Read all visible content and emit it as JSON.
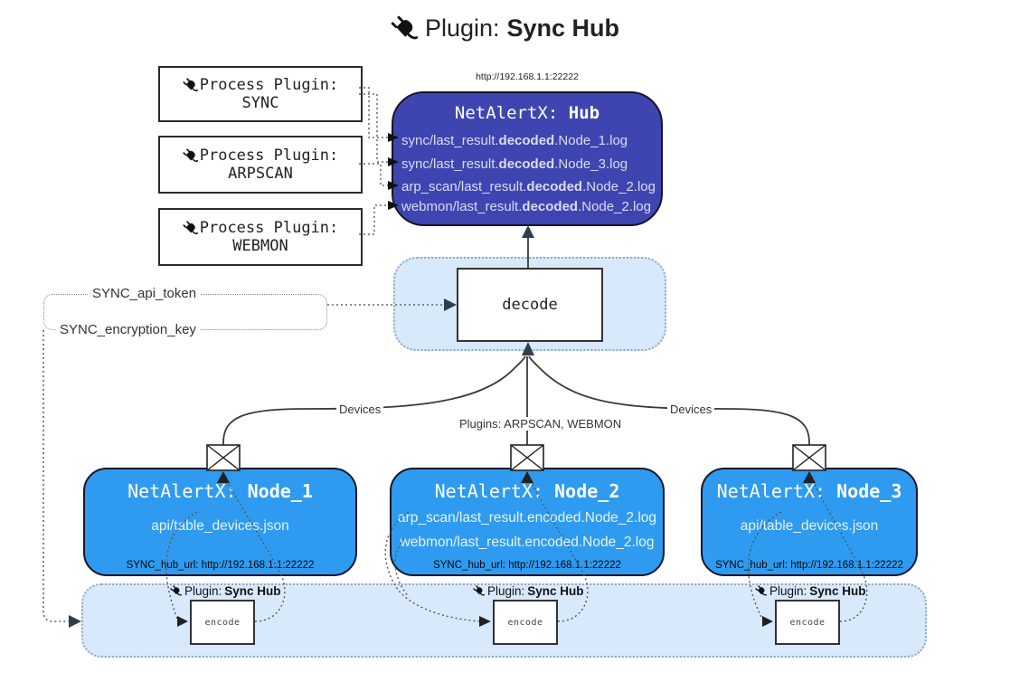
{
  "title": {
    "prefix": "Plugin:",
    "name": "Sync Hub"
  },
  "hub": {
    "url": "http://192.168.1.1:22222",
    "name_prefix": "NetAlertX:",
    "name": "Hub",
    "logs": [
      {
        "pre": "sync/last_result.",
        "bold": "decoded",
        "post": ".Node_1.log"
      },
      {
        "pre": "sync/last_result.",
        "bold": "decoded",
        "post": ".Node_3.log"
      },
      {
        "pre": "arp_scan/last_result.",
        "bold": "decoded",
        "post": ".Node_2.log"
      },
      {
        "pre": "webmon/last_result.",
        "bold": "decoded",
        "post": ".Node_2.log"
      }
    ]
  },
  "process_plugins": [
    {
      "label": "Process Plugin:",
      "name": "SYNC"
    },
    {
      "label": "Process Plugin:",
      "name": "ARPSCAN"
    },
    {
      "label": "Process Plugin:",
      "name": "WEBMON"
    }
  ],
  "decode_box": {
    "label": "decode"
  },
  "config_labels": {
    "api_token": "SYNC_api_token",
    "encryption_key": "SYNC_encryption_key"
  },
  "edge_labels": {
    "devices_left": "Devices",
    "plugins_mid": "Plugins: ARPSCAN, WEBMON",
    "devices_right": "Devices"
  },
  "nodes": [
    {
      "name_prefix": "NetAlertX:",
      "name": "Node_1",
      "files": [
        "api/table_devices.json"
      ],
      "hub_url": "SYNC_hub_url: http://192.168.1.1:22222"
    },
    {
      "name_prefix": "NetAlertX:",
      "name": "Node_2",
      "files": [
        "arp_scan/last_result.encoded.Node_2.log",
        "webmon/last_result.encoded.Node_2.log"
      ],
      "hub_url": "SYNC_hub_url: http://192.168.1.1:22222"
    },
    {
      "name_prefix": "NetAlertX:",
      "name": "Node_3",
      "files": [
        "api/table_devices.json"
      ],
      "hub_url": "SYNC_hub_url: http://192.168.1.1:22222"
    }
  ],
  "encode_bar": {
    "instances": [
      {
        "label_prefix": "Plugin:",
        "label_name": "Sync Hub",
        "box_label": "encode"
      },
      {
        "label_prefix": "Plugin:",
        "label_name": "Sync Hub",
        "box_label": "encode"
      },
      {
        "label_prefix": "Plugin:",
        "label_name": "Sync Hub",
        "box_label": "encode"
      }
    ]
  },
  "colors": {
    "hub_fill": "#3f45b0",
    "node_fill": "#2e9bf0",
    "container_fill": "#d8e9fb",
    "line": "#3a3a3a"
  }
}
